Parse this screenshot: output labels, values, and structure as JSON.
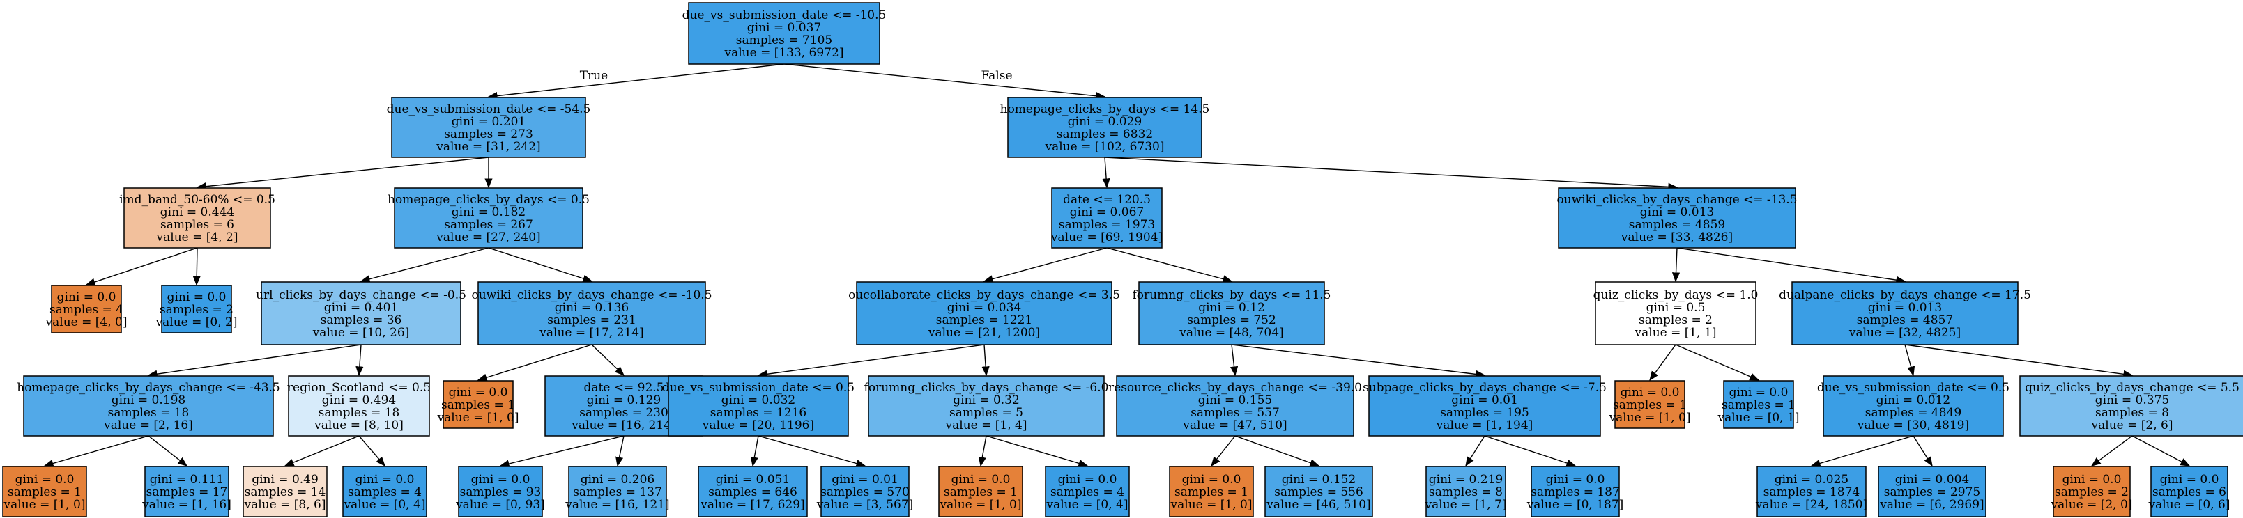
{
  "branch_labels": {
    "true_label": "True",
    "false_label": "False"
  },
  "nodes": [
    {
      "id": "n0",
      "lines": [
        "due_vs_submission_date <= -10.5",
        "gini = 0.037",
        "samples = 7105",
        "value = [133, 6972]"
      ],
      "fill": "#3d9fe6"
    },
    {
      "id": "n1",
      "lines": [
        "due_vs_submission_date <= -54.5",
        "gini = 0.201",
        "samples = 273",
        "value = [31, 242]"
      ],
      "fill": "#52a9e8"
    },
    {
      "id": "n2",
      "lines": [
        "homepage_clicks_by_days <= 14.5",
        "gini = 0.029",
        "samples = 6832",
        "value = [102, 6730]"
      ],
      "fill": "#3c9ee5"
    },
    {
      "id": "n3",
      "lines": [
        "imd_band_50-60% <= 0.5",
        "gini = 0.444",
        "samples = 6",
        "value = [4, 2]"
      ],
      "fill": "#f2c09c"
    },
    {
      "id": "n4",
      "lines": [
        "homepage_clicks_by_days <= 0.5",
        "gini = 0.182",
        "samples = 267",
        "value = [27, 240]"
      ],
      "fill": "#4fa8e8"
    },
    {
      "id": "n5",
      "lines": [
        "date <= 120.5",
        "gini = 0.067",
        "samples = 1973",
        "value = [69, 1904]"
      ],
      "fill": "#40a1e6"
    },
    {
      "id": "n6",
      "lines": [
        "ouwiki_clicks_by_days_change <= -13.5",
        "gini = 0.013",
        "samples = 4859",
        "value = [33, 4826]"
      ],
      "fill": "#3a9ee5"
    },
    {
      "id": "n7",
      "lines": [
        "gini = 0.0",
        "samples = 4",
        "value = [4, 0]"
      ],
      "fill": "#e58139"
    },
    {
      "id": "n8",
      "lines": [
        "gini = 0.0",
        "samples = 2",
        "value = [0, 2]"
      ],
      "fill": "#399de5"
    },
    {
      "id": "n9",
      "lines": [
        "url_clicks_by_days_change <= -0.5",
        "gini = 0.401",
        "samples = 36",
        "value = [10, 26]"
      ],
      "fill": "#85c3ef"
    },
    {
      "id": "n10",
      "lines": [
        "ouwiki_clicks_by_days_change <= -10.5",
        "gini = 0.136",
        "samples = 231",
        "value = [17, 214]"
      ],
      "fill": "#49a5e7"
    },
    {
      "id": "n11",
      "lines": [
        "oucollaborate_clicks_by_days_change <= 3.5",
        "gini = 0.034",
        "samples = 1221",
        "value = [21, 1200]"
      ],
      "fill": "#3c9fe5"
    },
    {
      "id": "n12",
      "lines": [
        "forumng_clicks_by_days <= 11.5",
        "gini = 0.12",
        "samples = 752",
        "value = [48, 704]"
      ],
      "fill": "#46a4e7"
    },
    {
      "id": "n13",
      "lines": [
        "quiz_clicks_by_days <= 1.0",
        "gini = 0.5",
        "samples = 2",
        "value = [1, 1]"
      ],
      "fill": "#ffffff"
    },
    {
      "id": "n14",
      "lines": [
        "dualpane_clicks_by_days_change <= 17.5",
        "gini = 0.013",
        "samples = 4857",
        "value = [32, 4825]"
      ],
      "fill": "#3a9ee5"
    },
    {
      "id": "n15",
      "lines": [
        "homepage_clicks_by_days_change <= -43.5",
        "gini = 0.198",
        "samples = 18",
        "value = [2, 16]"
      ],
      "fill": "#52a9e8"
    },
    {
      "id": "n16",
      "lines": [
        "region_Scotland <= 0.5",
        "gini = 0.494",
        "samples = 18",
        "value = [8, 10]"
      ],
      "fill": "#d7ebfa"
    },
    {
      "id": "n17",
      "lines": [
        "gini = 0.0",
        "samples = 1",
        "value = [1, 0]"
      ],
      "fill": "#e58139"
    },
    {
      "id": "n18",
      "lines": [
        "date <= 92.5",
        "gini = 0.129",
        "samples = 230",
        "value = [16, 214]"
      ],
      "fill": "#48a4e7"
    },
    {
      "id": "n19",
      "lines": [
        "due_vs_submission_date <= 0.5",
        "gini = 0.032",
        "samples = 1216",
        "value = [20, 1196]"
      ],
      "fill": "#3c9fe5"
    },
    {
      "id": "n20",
      "lines": [
        "forumng_clicks_by_days_change <= -6.0",
        "gini = 0.32",
        "samples = 5",
        "value = [1, 4]"
      ],
      "fill": "#6ab6ec"
    },
    {
      "id": "n21",
      "lines": [
        "resource_clicks_by_days_change <= -39.0",
        "gini = 0.155",
        "samples = 557",
        "value = [47, 510]"
      ],
      "fill": "#4ba6e7"
    },
    {
      "id": "n22",
      "lines": [
        "subpage_clicks_by_days_change <= -7.5",
        "gini = 0.01",
        "samples = 195",
        "value = [1, 194]"
      ],
      "fill": "#3a9de5"
    },
    {
      "id": "n23",
      "lines": [
        "gini = 0.0",
        "samples = 1",
        "value = [1, 0]"
      ],
      "fill": "#e58139"
    },
    {
      "id": "n24",
      "lines": [
        "gini = 0.0",
        "samples = 1",
        "value = [0, 1]"
      ],
      "fill": "#399de5"
    },
    {
      "id": "n25",
      "lines": [
        "due_vs_submission_date <= 0.5",
        "gini = 0.012",
        "samples = 4849",
        "value = [30, 4819]"
      ],
      "fill": "#3a9ee5"
    },
    {
      "id": "n26",
      "lines": [
        "quiz_clicks_by_days_change <= 5.5",
        "gini = 0.375",
        "samples = 8",
        "value = [2, 6]"
      ],
      "fill": "#7bbeee"
    },
    {
      "id": "n27",
      "lines": [
        "gini = 0.0",
        "samples = 1",
        "value = [1, 0]"
      ],
      "fill": "#e58139"
    },
    {
      "id": "n28",
      "lines": [
        "gini = 0.111",
        "samples = 17",
        "value = [1, 16]"
      ],
      "fill": "#45a3e7"
    },
    {
      "id": "n29",
      "lines": [
        "gini = 0.49",
        "samples = 14",
        "value = [8, 6]"
      ],
      "fill": "#f8e0ce"
    },
    {
      "id": "n30",
      "lines": [
        "gini = 0.0",
        "samples = 4",
        "value = [0, 4]"
      ],
      "fill": "#399de5"
    },
    {
      "id": "n31",
      "lines": [
        "gini = 0.0",
        "samples = 93",
        "value = [0, 93]"
      ],
      "fill": "#399de5"
    },
    {
      "id": "n32",
      "lines": [
        "gini = 0.206",
        "samples = 137",
        "value = [16, 121]"
      ],
      "fill": "#53aae8"
    },
    {
      "id": "n33",
      "lines": [
        "gini = 0.051",
        "samples = 646",
        "value = [17, 629]"
      ],
      "fill": "#3ea0e6"
    },
    {
      "id": "n34",
      "lines": [
        "gini = 0.01",
        "samples = 570",
        "value = [3, 567]"
      ],
      "fill": "#3a9de5"
    },
    {
      "id": "n35",
      "lines": [
        "gini = 0.0",
        "samples = 1",
        "value = [1, 0]"
      ],
      "fill": "#e58139"
    },
    {
      "id": "n36",
      "lines": [
        "gini = 0.0",
        "samples = 4",
        "value = [0, 4]"
      ],
      "fill": "#399de5"
    },
    {
      "id": "n37",
      "lines": [
        "gini = 0.0",
        "samples = 1",
        "value = [1, 0]"
      ],
      "fill": "#e58139"
    },
    {
      "id": "n38",
      "lines": [
        "gini = 0.152",
        "samples = 556",
        "value = [46, 510]"
      ],
      "fill": "#4ba6e7"
    },
    {
      "id": "n39",
      "lines": [
        "gini = 0.219",
        "samples = 8",
        "value = [1, 7]"
      ],
      "fill": "#55abe9"
    },
    {
      "id": "n40",
      "lines": [
        "gini = 0.0",
        "samples = 187",
        "value = [0, 187]"
      ],
      "fill": "#399de5"
    },
    {
      "id": "n41",
      "lines": [
        "gini = 0.025",
        "samples = 1874",
        "value = [24, 1850]"
      ],
      "fill": "#3c9ee5"
    },
    {
      "id": "n42",
      "lines": [
        "gini = 0.004",
        "samples = 2975",
        "value = [6, 2969]"
      ],
      "fill": "#399de5"
    },
    {
      "id": "n43",
      "lines": [
        "gini = 0.0",
        "samples = 2",
        "value = [2, 0]"
      ],
      "fill": "#e58139"
    },
    {
      "id": "n44",
      "lines": [
        "gini = 0.0",
        "samples = 6",
        "value = [0, 6]"
      ],
      "fill": "#399de5"
    }
  ],
  "edges": [
    [
      "n0",
      "n1"
    ],
    [
      "n0",
      "n2"
    ],
    [
      "n1",
      "n3"
    ],
    [
      "n1",
      "n4"
    ],
    [
      "n2",
      "n5"
    ],
    [
      "n2",
      "n6"
    ],
    [
      "n3",
      "n7"
    ],
    [
      "n3",
      "n8"
    ],
    [
      "n4",
      "n9"
    ],
    [
      "n4",
      "n10"
    ],
    [
      "n5",
      "n11"
    ],
    [
      "n5",
      "n12"
    ],
    [
      "n6",
      "n13"
    ],
    [
      "n6",
      "n14"
    ],
    [
      "n9",
      "n15"
    ],
    [
      "n9",
      "n16"
    ],
    [
      "n10",
      "n17"
    ],
    [
      "n10",
      "n18"
    ],
    [
      "n11",
      "n19"
    ],
    [
      "n11",
      "n20"
    ],
    [
      "n12",
      "n21"
    ],
    [
      "n12",
      "n22"
    ],
    [
      "n13",
      "n23"
    ],
    [
      "n13",
      "n24"
    ],
    [
      "n14",
      "n25"
    ],
    [
      "n14",
      "n26"
    ],
    [
      "n15",
      "n27"
    ],
    [
      "n15",
      "n28"
    ],
    [
      "n16",
      "n29"
    ],
    [
      "n16",
      "n30"
    ],
    [
      "n18",
      "n31"
    ],
    [
      "n18",
      "n32"
    ],
    [
      "n19",
      "n33"
    ],
    [
      "n19",
      "n34"
    ],
    [
      "n20",
      "n35"
    ],
    [
      "n20",
      "n36"
    ],
    [
      "n21",
      "n37"
    ],
    [
      "n21",
      "n38"
    ],
    [
      "n22",
      "n39"
    ],
    [
      "n22",
      "n40"
    ],
    [
      "n25",
      "n41"
    ],
    [
      "n25",
      "n42"
    ],
    [
      "n26",
      "n43"
    ],
    [
      "n26",
      "n44"
    ]
  ]
}
